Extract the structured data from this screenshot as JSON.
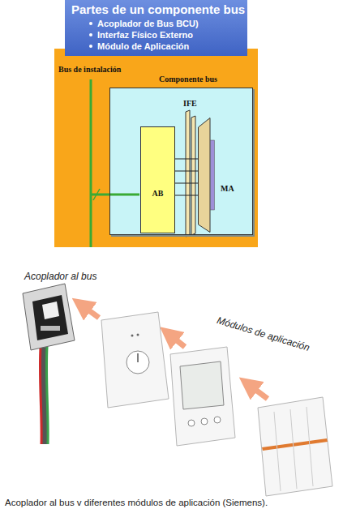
{
  "diagram": {
    "title": "Partes de un componente bus",
    "caption": "Acoplador al bus v diferentes módulos de aplicación (Siemens).",
    "nodes": [
      {
        "text": [
          "Acoplador de Bus BCU)",
          "Interfaz Físico Externo",
          "Módulo de Aplicación"
        ]
      },
      {
        "text": [
          "Componente bus"
        ]
      },
      {
        "text": [
          "AB"
        ],
        "in": 1
      },
      {
        "text": [
          "MA"
        ],
        "in": 1
      }
    ],
    "edges": [
      {
        "from": 2,
        "to": 3,
        "arrow": "none"
      }
    ],
    "labels": [
      "Bus de instalación",
      "IFE",
      "Acoplador al bus",
      "Módulos de aplicación"
    ]
  }
}
